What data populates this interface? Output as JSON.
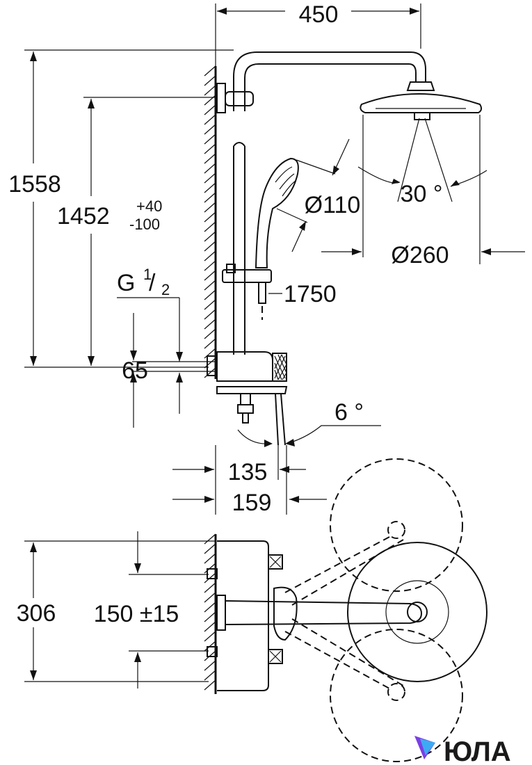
{
  "dimensions": {
    "width_total": "450",
    "height_total": "1558",
    "height_adj": "1452",
    "height_adj_plus": "+40",
    "height_adj_minus": "-100",
    "thread": "G",
    "thread_num": "1",
    "thread_den": "2",
    "outlet_spacing": "65",
    "spray_angle": "30 °",
    "hand_shower_dia": "Ø110",
    "head_shower_dia": "Ø260",
    "hose_length": "1750",
    "shelf_angle": "6 °",
    "depth_135": "135",
    "depth_159": "159",
    "plan_height": "306",
    "plan_centers": "150 ±15"
  },
  "logo": {
    "text": "ЮЛА",
    "colors": [
      "#7b3fe4",
      "#2fc6f6",
      "#ff3f8a",
      "#ffb020"
    ]
  }
}
